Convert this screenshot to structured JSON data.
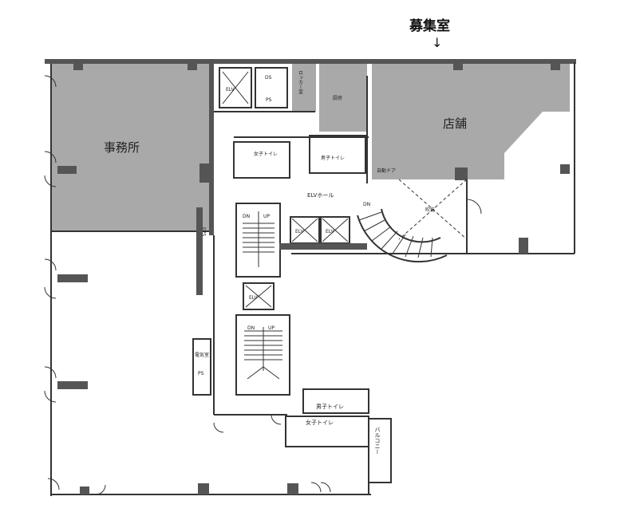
{
  "header": {
    "vacancy_label": "募集室",
    "arrow": "↓"
  },
  "rooms": {
    "office": "事務所",
    "shop": "店舗",
    "elv": "ELV",
    "ds": "DS",
    "ps": "PS",
    "locker": "ロッカー室",
    "kitchen": "厨房",
    "womens_toilet_upper": "女子トイレ",
    "mens_toilet_upper": "男子トイレ",
    "auto_door": "自動ドア",
    "elv_hall": "ELVホール",
    "void": "吹抜",
    "dn": "DN",
    "up": "UP",
    "eps": "EPS",
    "electric_room": "電気室",
    "ps_lower": "PS",
    "mens_toilet_lower": "男子トイレ",
    "womens_toilet_lower": "女子トイレ",
    "balcony": "バルコニー"
  }
}
